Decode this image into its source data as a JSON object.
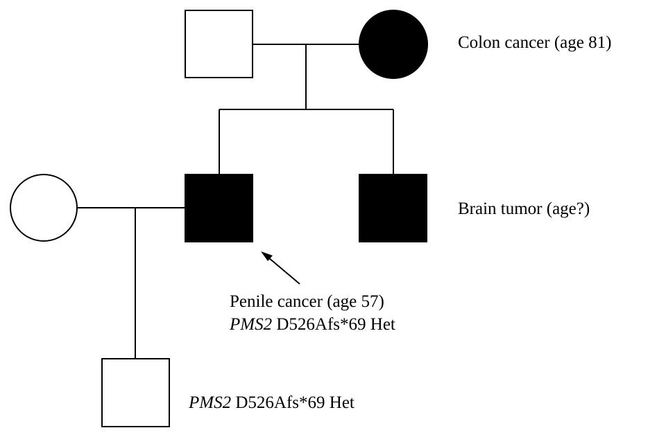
{
  "pedigree": {
    "individuals": [
      {
        "id": "grandfather",
        "sex": "male",
        "affected": false
      },
      {
        "id": "grandmother",
        "sex": "female",
        "affected": true,
        "label": "Colon cancer (age 81)"
      },
      {
        "id": "proband-wife",
        "sex": "female",
        "affected": false
      },
      {
        "id": "proband",
        "sex": "male",
        "affected": true,
        "proband": true,
        "label_line1": "Penile cancer (age 57)",
        "gene": "PMS2",
        "variant": "D526Afs*69 Het"
      },
      {
        "id": "brother",
        "sex": "male",
        "affected": true,
        "label": "Brain tumor (age?)"
      },
      {
        "id": "son",
        "sex": "male",
        "affected": false,
        "gene": "PMS2",
        "variant": "D526Afs*69 Het"
      }
    ]
  },
  "colors": {
    "affected_fill": "#000000",
    "unaffected_fill": "#ffffff",
    "line": "#000000"
  }
}
